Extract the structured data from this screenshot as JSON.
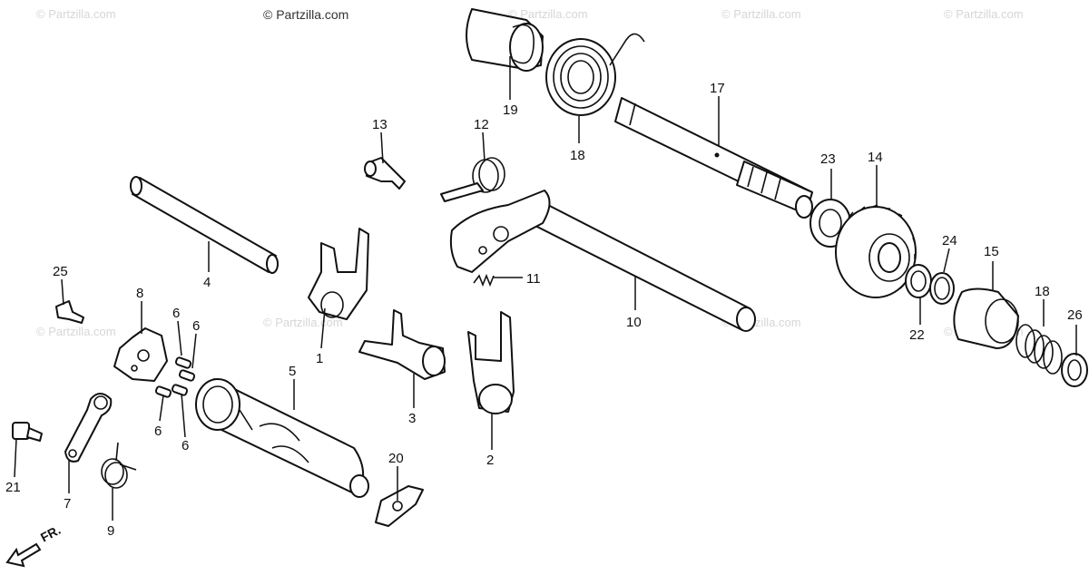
{
  "copyright": "© Partzilla.com",
  "watermark": "© Partzilla.com",
  "front_marker": "FR.",
  "callouts": {
    "p1": "1",
    "p2": "2",
    "p3": "3",
    "p4": "4",
    "p5": "5",
    "p6a": "6",
    "p6b": "6",
    "p6c": "6",
    "p6d": "6",
    "p7": "7",
    "p8": "8",
    "p9": "9",
    "p10": "10",
    "p11": "11",
    "p12": "12",
    "p13": "13",
    "p14": "14",
    "p15": "15",
    "p17": "17",
    "p18a": "18",
    "p18b": "18",
    "p19": "19",
    "p20": "20",
    "p21": "21",
    "p22": "22",
    "p23": "23",
    "p24": "24",
    "p25": "25",
    "p26": "26"
  }
}
